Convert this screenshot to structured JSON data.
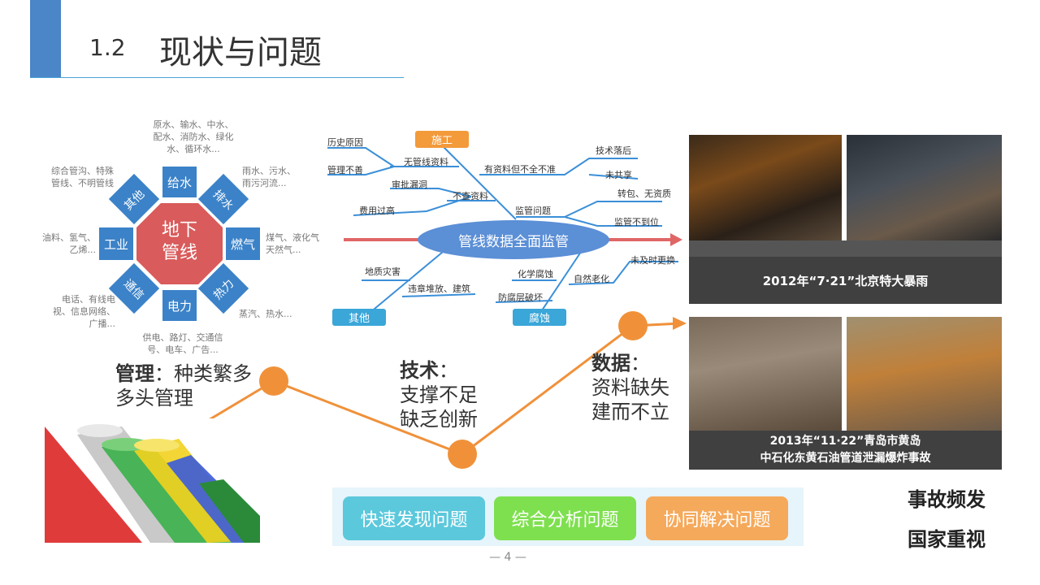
{
  "header": {
    "number": "1.2",
    "title": "现状与问题"
  },
  "octagon": {
    "center": "地下\n管线",
    "segments": {
      "top": "给水",
      "top_right": "排水",
      "right": "燃气",
      "bottom_right": "热力",
      "bottom": "电力",
      "bottom_left": "通信",
      "left": "工业",
      "top_left": "其他"
    },
    "annotations": {
      "top": "原水、输水、中水、\n配水、消防水、绿化\n水、循环水...",
      "top_right": "雨水、污水、\n雨污河流...",
      "right": "煤气、液化气\n天然气...",
      "bottom_right": "蒸汽、热水...",
      "bottom": "供电、路灯、交通信\n号、电车、广告...",
      "bottom_left": "电话、有线电\n视、信息网络、\n广播...",
      "left": "油料、氢气、\n乙烯...",
      "top_left": "综合管沟、特殊\n管线、不明管线"
    }
  },
  "mindmap": {
    "center": "管线数据全面监管",
    "tags": {
      "construction": "施工",
      "other": "其他",
      "corrosion": "腐蚀"
    },
    "branches": {
      "history": "历史原因",
      "no_data": "无管线资料",
      "poor_mgmt": "管理不善",
      "approval": "审批漏洞",
      "no_check": "不查资料",
      "cost": "费用过高",
      "incomplete": "有资料但不全不准",
      "tech_lag": "技术落后",
      "not_shared": "未共享",
      "supervision": "监管问题",
      "subcontract": "转包、无资质",
      "not_in_place": "监管不到位",
      "disaster": "地质灾害",
      "illegal": "违章堆放、建筑",
      "chemical": "化学腐蚀",
      "natural_aging": "自然老化",
      "not_replaced": "未及时更换",
      "coating": "防腐层破坏"
    }
  },
  "points": {
    "management": {
      "bold": "管理",
      "rest": "：种类繁多\n多头管理"
    },
    "technology": {
      "bold": "技术",
      "rest": "：\n支撑不足\n缺乏创新"
    },
    "data": {
      "bold": "数据",
      "rest": "：\n资料缺失\n建而不立"
    }
  },
  "photos": {
    "caption1": "2012年“7·21”北京特大暴雨",
    "caption2": "2013年“11·22”青岛市黄岛\n中石化东黄石油管道泄漏爆炸事故"
  },
  "buttons": {
    "discover": "快速发现问题",
    "analyze": "综合分析问题",
    "solve": "协同解决问题"
  },
  "side": {
    "line1": "事故频发",
    "line2": "国家重视"
  },
  "page_number": "— 4 —",
  "colors": {
    "accent": "#4a86c8",
    "octagon_red": "#d95b5b",
    "tile_blue": "#3b82c8",
    "trend_orange": "#f0913a",
    "btn_cyan": "#5bc8dc",
    "btn_green": "#7ee04f",
    "btn_orange": "#f5a95b"
  }
}
